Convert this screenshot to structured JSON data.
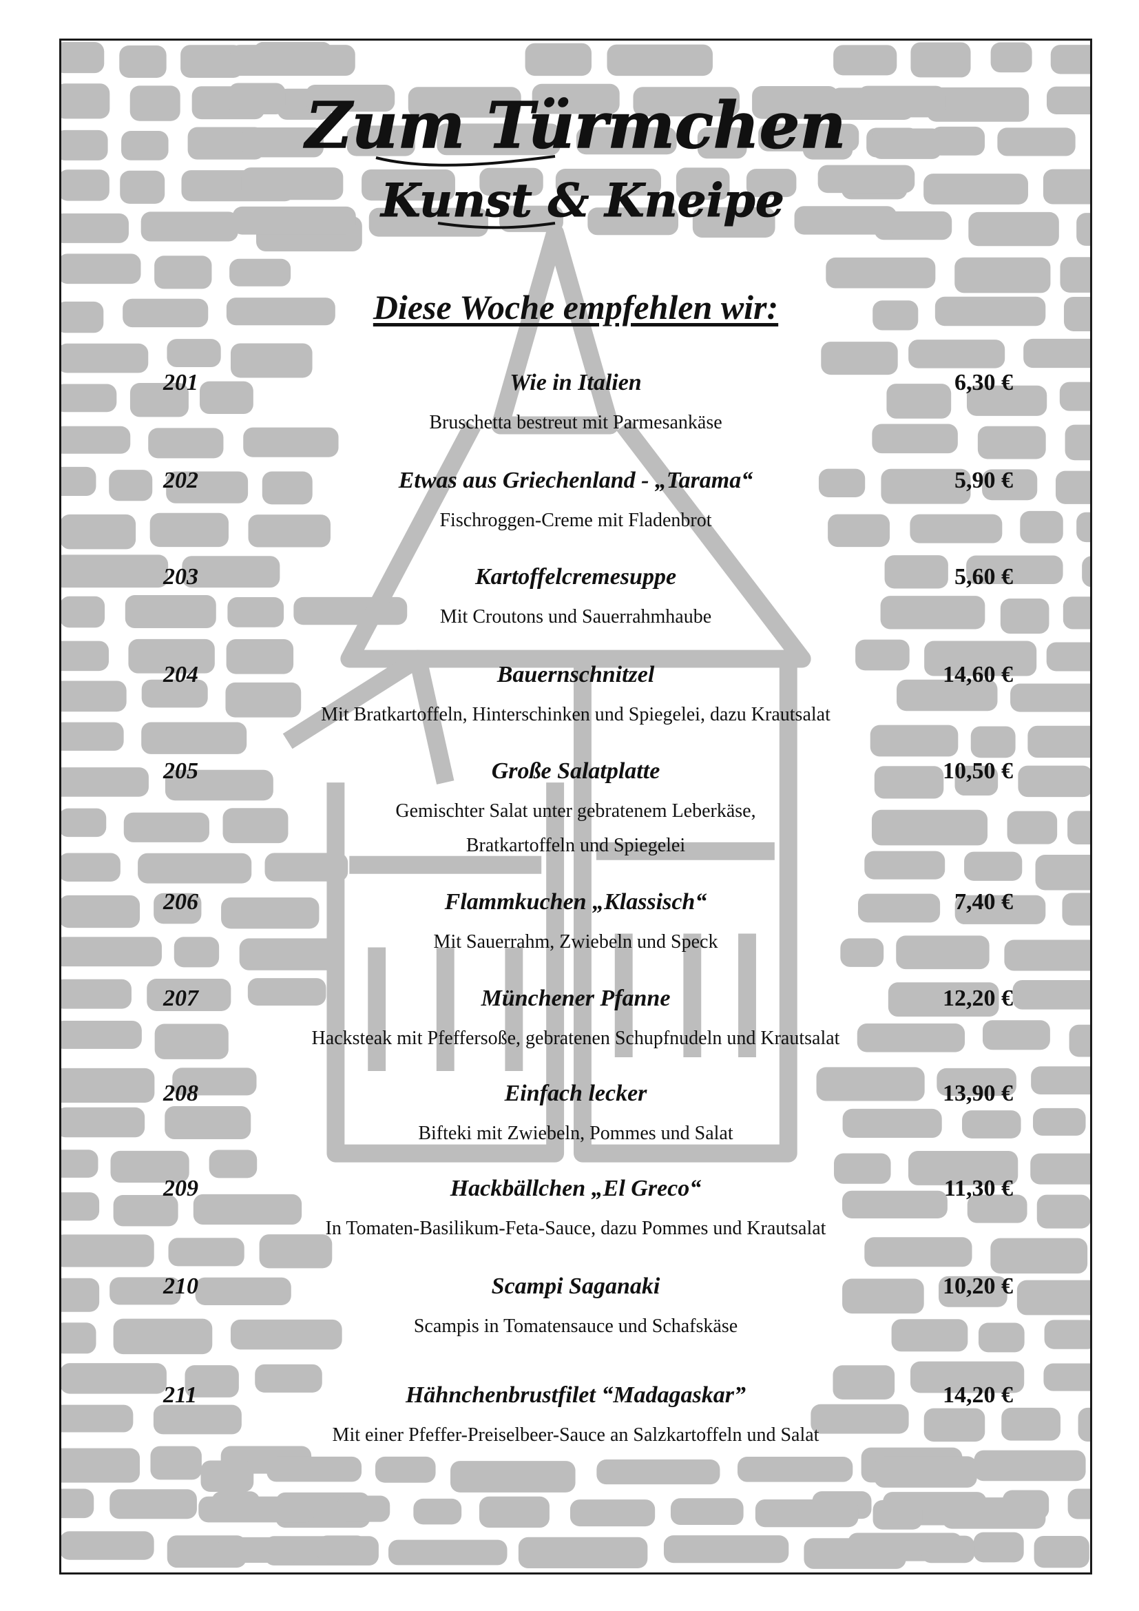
{
  "logo": {
    "line1": "Zum Türmchen",
    "line2": "Kunst & Kneipe"
  },
  "heading": "Diese Woche empfehlen wir:",
  "currency": "€",
  "items": [
    {
      "number": "201",
      "title": "Wie in Italien",
      "price": "6,30 €",
      "description": [
        "Bruschetta bestreut mit Parmesankäse"
      ]
    },
    {
      "number": "202",
      "title": "Etwas aus Griechenland - „Tarama“",
      "price": "5,90 €",
      "description": [
        "Fischroggen-Creme mit Fladenbrot"
      ]
    },
    {
      "number": "203",
      "title": "Kartoffelcremesuppe",
      "price": "5,60 €",
      "description": [
        "Mit Croutons und Sauerrahmhaube"
      ]
    },
    {
      "number": "204",
      "title": "Bauernschnitzel",
      "price": "14,60 €",
      "description": [
        "Mit Bratkartoffeln, Hinterschinken und Spiegelei, dazu Krautsalat"
      ]
    },
    {
      "number": "205",
      "title": "Große Salatplatte",
      "price": "10,50 €",
      "description": [
        "Gemischter Salat unter gebratenem Leberkäse,",
        "Bratkartoffeln und Spiegelei"
      ]
    },
    {
      "number": "206",
      "title": "Flammkuchen „Klassisch“",
      "price": "7,40 €",
      "description": [
        "Mit Sauerrahm, Zwiebeln und Speck"
      ]
    },
    {
      "number": "207",
      "title": "Münchener Pfanne",
      "price": "12,20 €",
      "description": [
        "Hacksteak mit Pfeffersoße, gebratenen Schupfnudeln und Krautsalat"
      ]
    },
    {
      "number": "208",
      "title": "Einfach lecker",
      "price": "13,90 €",
      "description": [
        "Bifteki mit Zwiebeln, Pommes und Salat"
      ]
    },
    {
      "number": "209",
      "title": "Hackbällchen „El Greco“",
      "price": "11,30 €",
      "description": [
        "In Tomaten-Basilikum-Feta-Sauce, dazu Pommes und Krautsalat"
      ]
    },
    {
      "number": "210",
      "title": "Scampi Saganaki",
      "price": "10,20 €",
      "description": [
        "Scampis in Tomatensauce und Schafskäse"
      ]
    },
    {
      "number": "211",
      "title": "Hähnchenbrustfilet “Madagaskar”",
      "price": "14,20 €",
      "description": [
        "Mit einer Pfeffer-Preiselbeer-Sauce an Salzkartoffeln und Salat"
      ]
    }
  ],
  "colors": {
    "background_art": "#bdbdbd",
    "text": "#111111",
    "frame": "#1a1a1a"
  }
}
